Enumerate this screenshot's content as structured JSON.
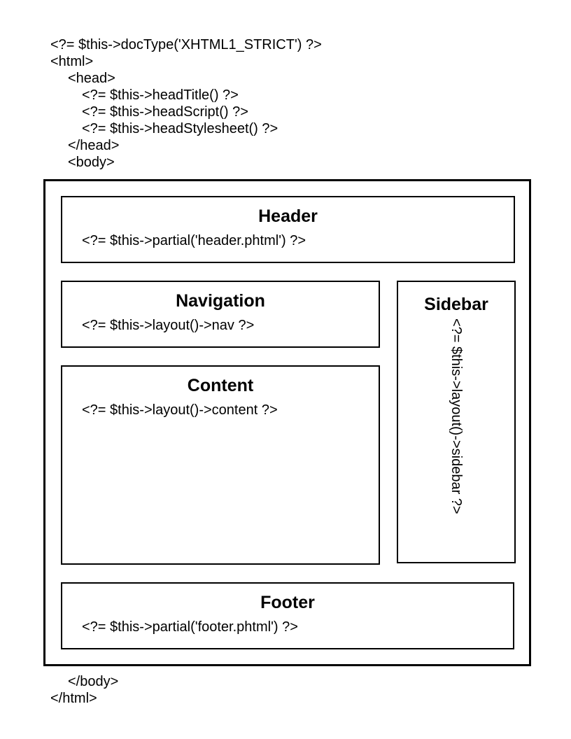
{
  "diagram": {
    "top_code": {
      "lines": [
        "<?= $this->docType('XHTML1_STRICT') ?>",
        "<html>",
        "<head>",
        "<?= $this->headTitle() ?>",
        "<?= $this->headScript() ?>",
        "<?= $this->headStylesheet() ?>",
        "</head>",
        "<body>"
      ]
    },
    "boxes": {
      "header": {
        "title": "Header",
        "code": "<?= $this->partial('header.phtml') ?>"
      },
      "navigation": {
        "title": "Navigation",
        "code": "<?= $this->layout()->nav ?>"
      },
      "content": {
        "title": "Content",
        "code": "<?= $this->layout()->content ?>"
      },
      "sidebar": {
        "title": "Sidebar",
        "code": "<?= $this->layout()->sidebar ?>"
      },
      "footer": {
        "title": "Footer",
        "code": "<?= $this->partial('footer.phtml') ?>"
      }
    },
    "bottom_code": {
      "lines": [
        "</body>",
        "</html>"
      ]
    }
  },
  "colors": {
    "background": "#ffffff",
    "line": "#000000",
    "text": "#000000"
  }
}
